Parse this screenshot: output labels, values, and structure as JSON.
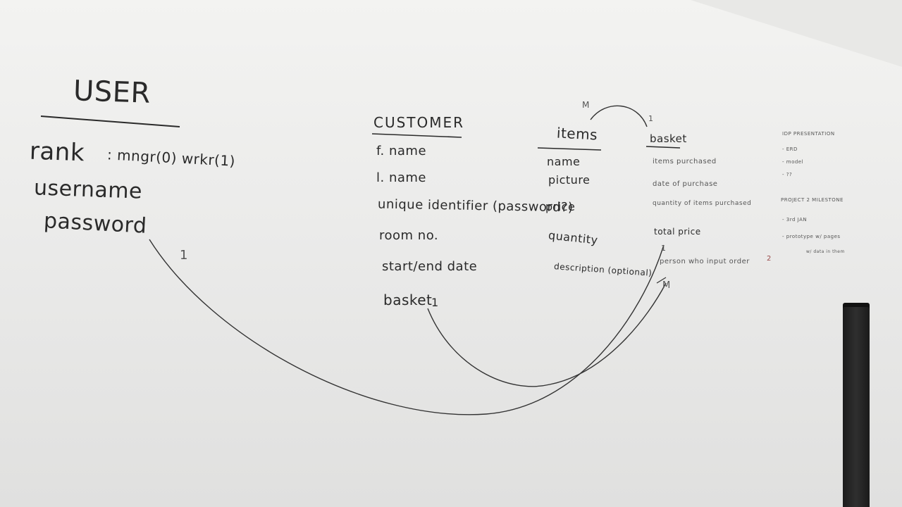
{
  "user": {
    "title": "USER",
    "rank": "rank",
    "rank_values": ": mngr(0)  wrkr(1)",
    "username": "username",
    "password": "password",
    "cardinality": "1"
  },
  "customer": {
    "title": "CUSTOMER",
    "fields": [
      "f. name",
      "l. name",
      "unique identifier (password?)",
      "room no.",
      "start/end date",
      "basket"
    ],
    "basket_cardinality": "1"
  },
  "items": {
    "title": "items",
    "fields": [
      "name",
      "picture",
      "price",
      "quantity",
      "description (optional)"
    ],
    "cardinality": "M"
  },
  "basket": {
    "title": "basket",
    "fields": [
      "items purchased",
      "date of purchase",
      "quantity of items purchased",
      "total price",
      "person who input order"
    ],
    "cardinality_top": "1",
    "cardinality_bottom": "M",
    "cardinality_mid": "1"
  },
  "notes": {
    "heading": "IDP PRESENTATION",
    "items": [
      "- ERD",
      "- model",
      "- ??"
    ],
    "heading2": "PROJECT 2 MILESTONE",
    "items2": [
      "- 3rd JAN",
      "- prototype w/ pages"
    ],
    "footer": "w/ data in them",
    "mark": "2"
  }
}
